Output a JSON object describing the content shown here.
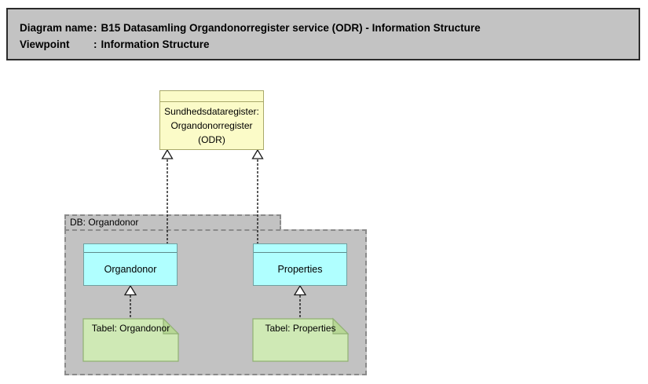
{
  "header": {
    "rows": [
      {
        "label": "Diagram name",
        "sep": ":",
        "value": "B15 Datasamling Organdonorregister service (ODR) - Information Structure"
      },
      {
        "label": "Viewpoint",
        "sep": ":",
        "value": "Information Structure"
      }
    ]
  },
  "diagram": {
    "service_box": {
      "line1": "Sundhedsdataregister:",
      "line2": "Organdonorregister",
      "line3": "(ODR)"
    },
    "group": {
      "label": "DB: Organdonor"
    },
    "entities": [
      {
        "label": "Organdonor"
      },
      {
        "label": "Properties"
      }
    ],
    "tables": [
      {
        "label": "Tabel: Organdonor"
      },
      {
        "label": "Tabel: Properties"
      }
    ],
    "colors": {
      "header_fill": "#c3c3c3",
      "service_fill": "#fbfbc8",
      "service_border": "#a9a96a",
      "group_fill": "#c2c2c2",
      "group_border": "#8a8a8a",
      "entity_fill": "#b0ffff",
      "entity_border": "#6fa0a0",
      "table_fill": "#cfe9b5",
      "table_fold": "#b7d795",
      "table_border": "#91b173",
      "connector": "#1a1a1a"
    }
  }
}
